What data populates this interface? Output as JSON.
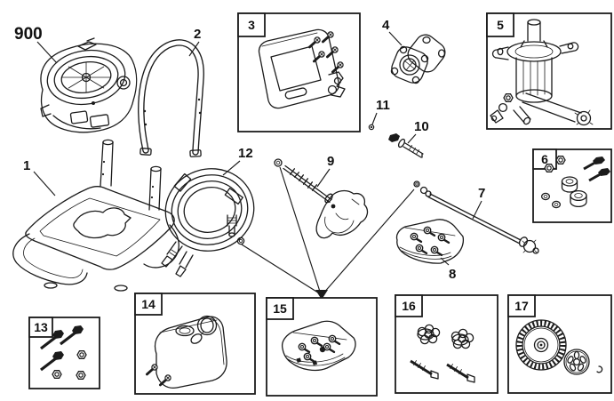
{
  "diagram": {
    "kind": "pressure-washer-exploded-parts-diagram",
    "callouts": {
      "c900": "900",
      "c1": "1",
      "c2": "2",
      "c3": "3",
      "c4": "4",
      "c5": "5",
      "c6": "6",
      "c7": "7",
      "c8": "8",
      "c9": "9",
      "c10": "10",
      "c11": "11",
      "c12": "12",
      "c13": "13",
      "c14": "14",
      "c15": "15",
      "c16": "16",
      "c17": "17"
    },
    "illustrations": {
      "c900": "engine",
      "c1": "frame-cradle",
      "c2": "handle-bar",
      "c3": "control-panel-kit",
      "c4": "engine-adapter-flange",
      "c5": "pump-assembly",
      "c6": "hardware-kit",
      "c7": "spray-lance",
      "c8": "nozzle-bag",
      "c9": "spray-gun",
      "c10": "bolt",
      "c11": "nut",
      "c12": "high-pressure-hose",
      "c13": "bolt-and-nut-kit",
      "c14": "fuel-tank-kit",
      "c15": "parts-bag-kit",
      "c16": "knob-and-bolt-kit",
      "c17": "wheel-kit"
    },
    "colors": {
      "line": "#1b1b1b",
      "background": "#ffffff"
    }
  }
}
